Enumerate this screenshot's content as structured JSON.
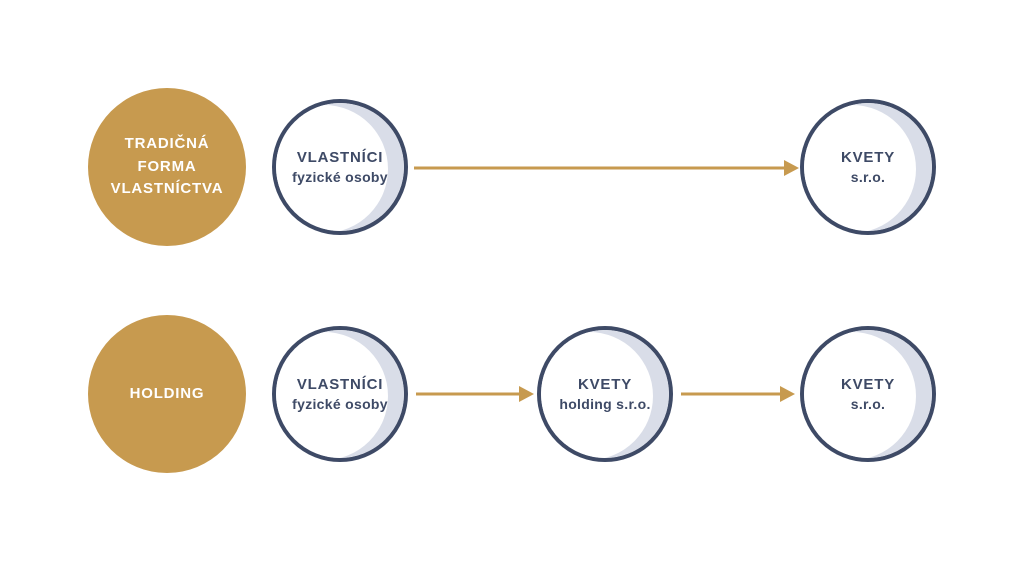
{
  "colors": {
    "gold": "#C79A4F",
    "navy": "#3E4A66",
    "crescent": "#D9DDE8",
    "background": "#FFFFFF",
    "text_light": "#FFFFFF"
  },
  "rows": [
    {
      "category": "TRADIČNÁ\nFORMA\nVLASTNÍCTVA",
      "nodes": [
        {
          "title": "VLASTNÍCI",
          "subtitle": "fyzické osoby"
        },
        {
          "title": "KVETY",
          "subtitle": "s.r.o."
        }
      ]
    },
    {
      "category": "HOLDING",
      "nodes": [
        {
          "title": "VLASTNÍCI",
          "subtitle": "fyzické osoby"
        },
        {
          "title": "KVETY",
          "subtitle": "holding s.r.o."
        },
        {
          "title": "KVETY",
          "subtitle": "s.r.o."
        }
      ]
    }
  ]
}
